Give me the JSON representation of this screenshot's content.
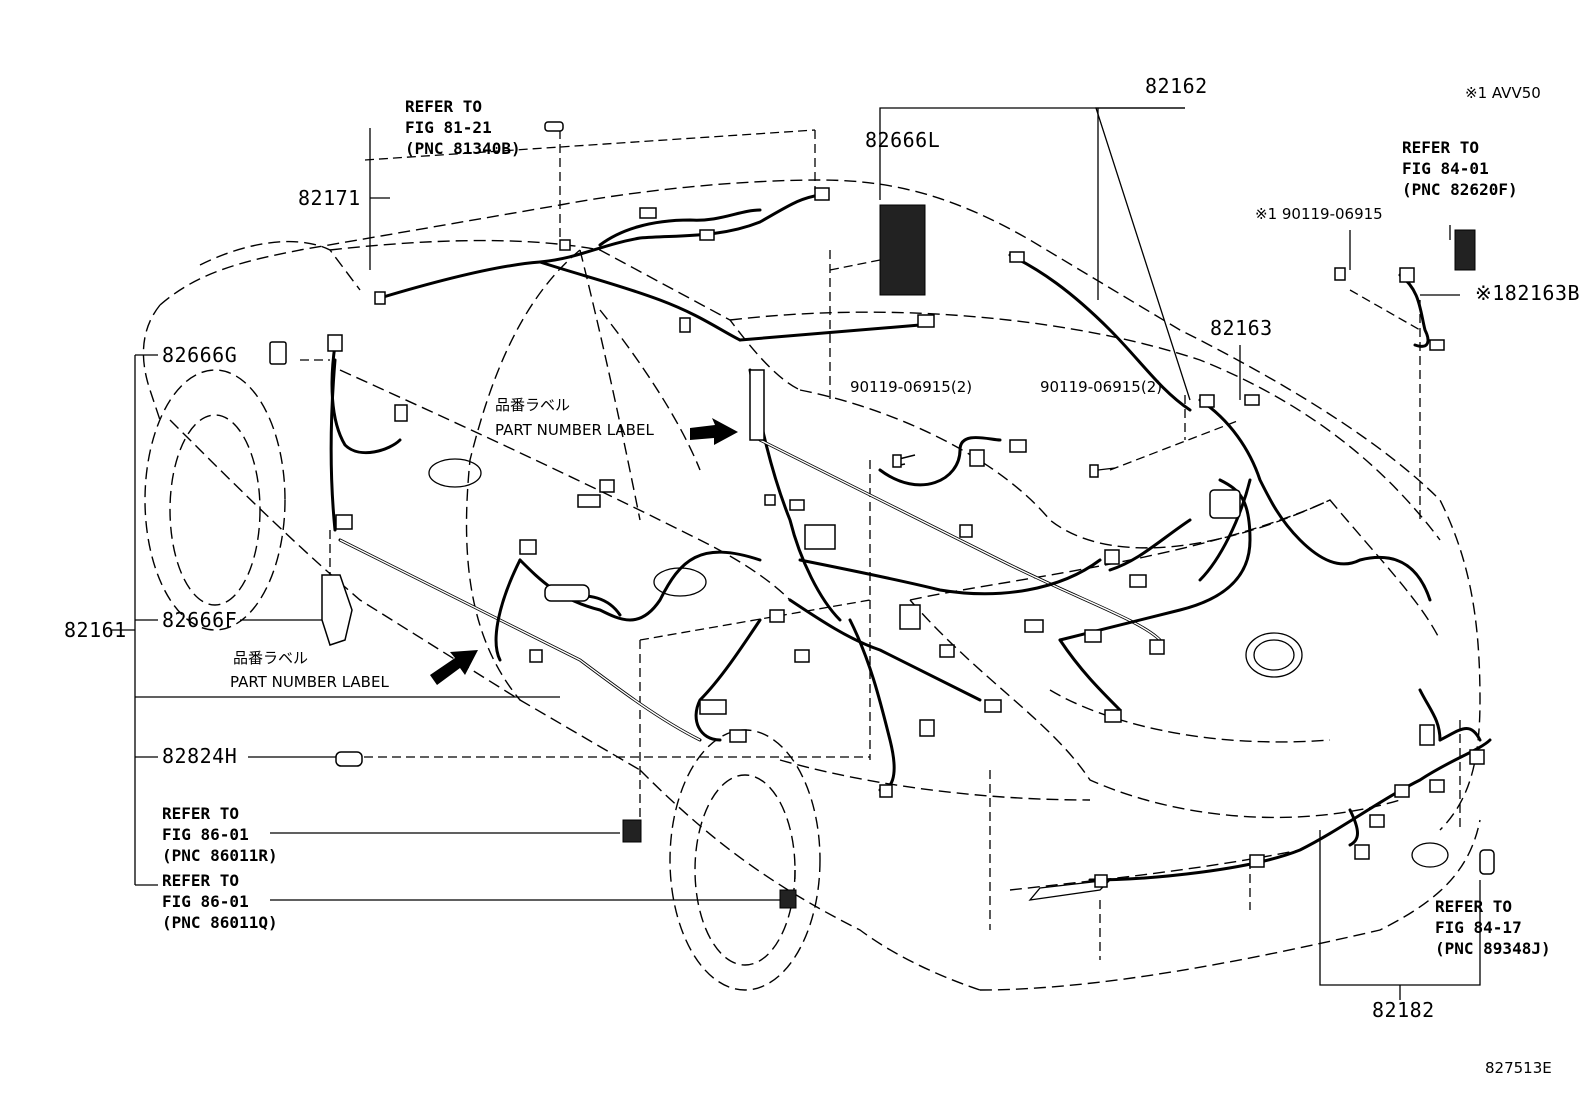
{
  "diagram": {
    "figure_code": "827513E",
    "note_avv50": "※1 AVV50",
    "parts": {
      "p82162": "82162",
      "p82666L": "82666L",
      "p82171": "82171",
      "p82666G": "82666G",
      "p82161": "82161",
      "p82666F": "82666F",
      "p82824H": "82824H",
      "p82163": "82163",
      "p82163B": "※182163B",
      "p82182": "82182",
      "bolt_note": "※1 90119-06915",
      "bolt_left": "90119-06915(2)",
      "bolt_right": "90119-06915(2)"
    },
    "refer": {
      "r1": {
        "line1": "REFER TO",
        "line2": "FIG 81-21",
        "line3": "(PNC 81340B)"
      },
      "r2": {
        "line1": "REFER TO",
        "line2": "FIG 84-01",
        "line3": "(PNC 82620F)"
      },
      "r3": {
        "line1": "REFER TO",
        "line2": "FIG 86-01",
        "line3": "(PNC 86011R)"
      },
      "r4": {
        "line1": "REFER TO",
        "line2": "FIG 86-01",
        "line3": "(PNC 86011Q)"
      },
      "r5": {
        "line1": "REFER TO",
        "line2": "FIG 84-17",
        "line3": "(PNC 89348J)"
      }
    },
    "labels": {
      "upper_jp": "品番ラベル",
      "upper_en": "PART NUMBER LABEL",
      "lower_jp": "品番ラベル",
      "lower_en": "PART NUMBER LABEL"
    }
  }
}
